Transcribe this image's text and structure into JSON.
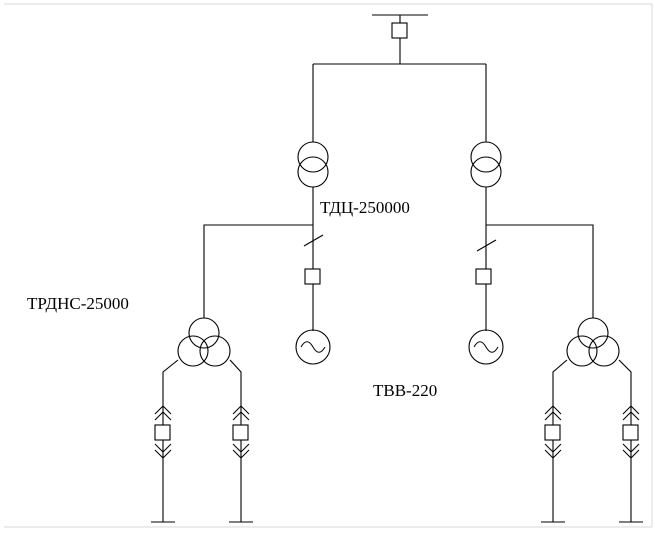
{
  "labels": {
    "main_transformer": "ТДЦ-250000",
    "aux_transformer": "ТРДНС-25000",
    "generator": "ТВВ-220"
  }
}
